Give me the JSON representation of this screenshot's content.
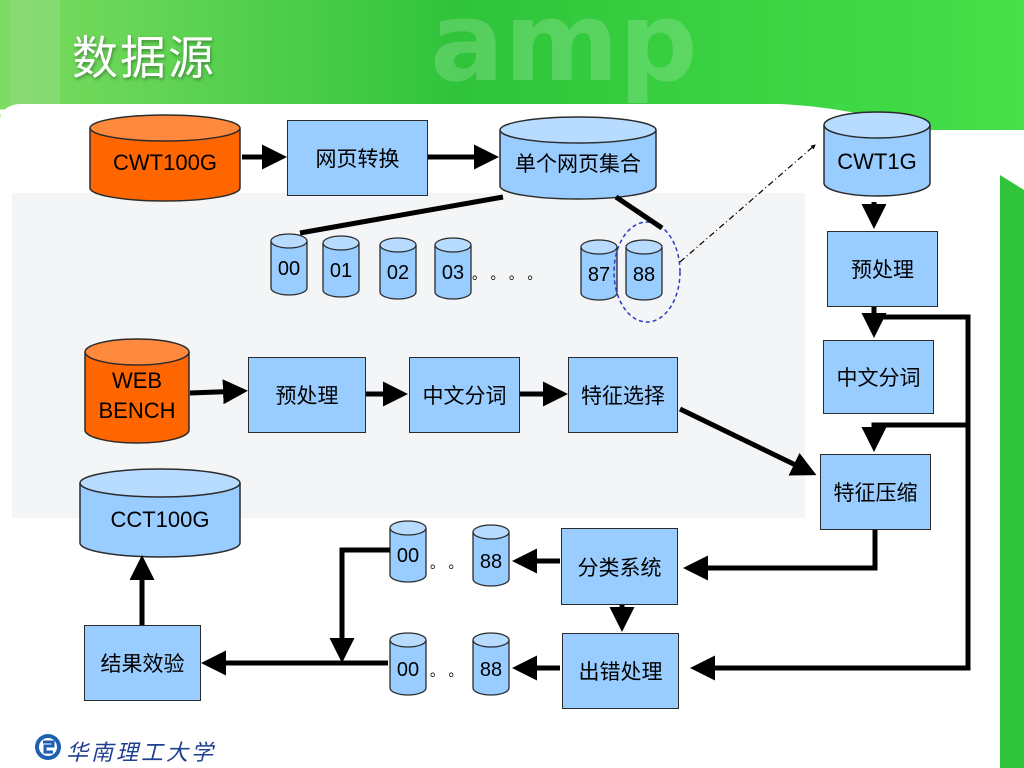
{
  "title": "数据源",
  "header_watermark": "amp",
  "colors": {
    "green_light": "#6fe06f",
    "green_dark": "#1db41d",
    "box_fill": "#99ccff",
    "orange": "#ff6600",
    "cyl_blue": "#99ccff",
    "panel": "#f4f6f8"
  },
  "nodes": {
    "cwt100g": "CWT100G",
    "page_convert": "网页转换",
    "single_page_set": "单个网页集合",
    "cwt1g": "CWT1G",
    "shard_00": "00",
    "shard_01": "01",
    "shard_02": "02",
    "shard_03": "03",
    "shard_87": "87",
    "shard_88": "88",
    "ellipsis": "。 。 。 。",
    "webbench_line1": "WEB",
    "webbench_line2": "BENCH",
    "preprocess_mid": "预处理",
    "segment_mid": "中文分词",
    "feature_select": "特征选择",
    "preprocess_right": "预处理",
    "segment_right": "中文分词",
    "feature_compress": "特征压缩",
    "cct100g": "CCT100G",
    "classify": "分类系统",
    "error_handle": "出错处理",
    "result_verify": "结果效验",
    "out1_00": "00",
    "out1_88": "88",
    "out1_dots": "。 。",
    "out2_00": "00",
    "out2_88": "88",
    "out2_dots": "。 。"
  },
  "footer": {
    "school": "华南理工大学",
    "logo_icon": "university-logo-icon"
  }
}
